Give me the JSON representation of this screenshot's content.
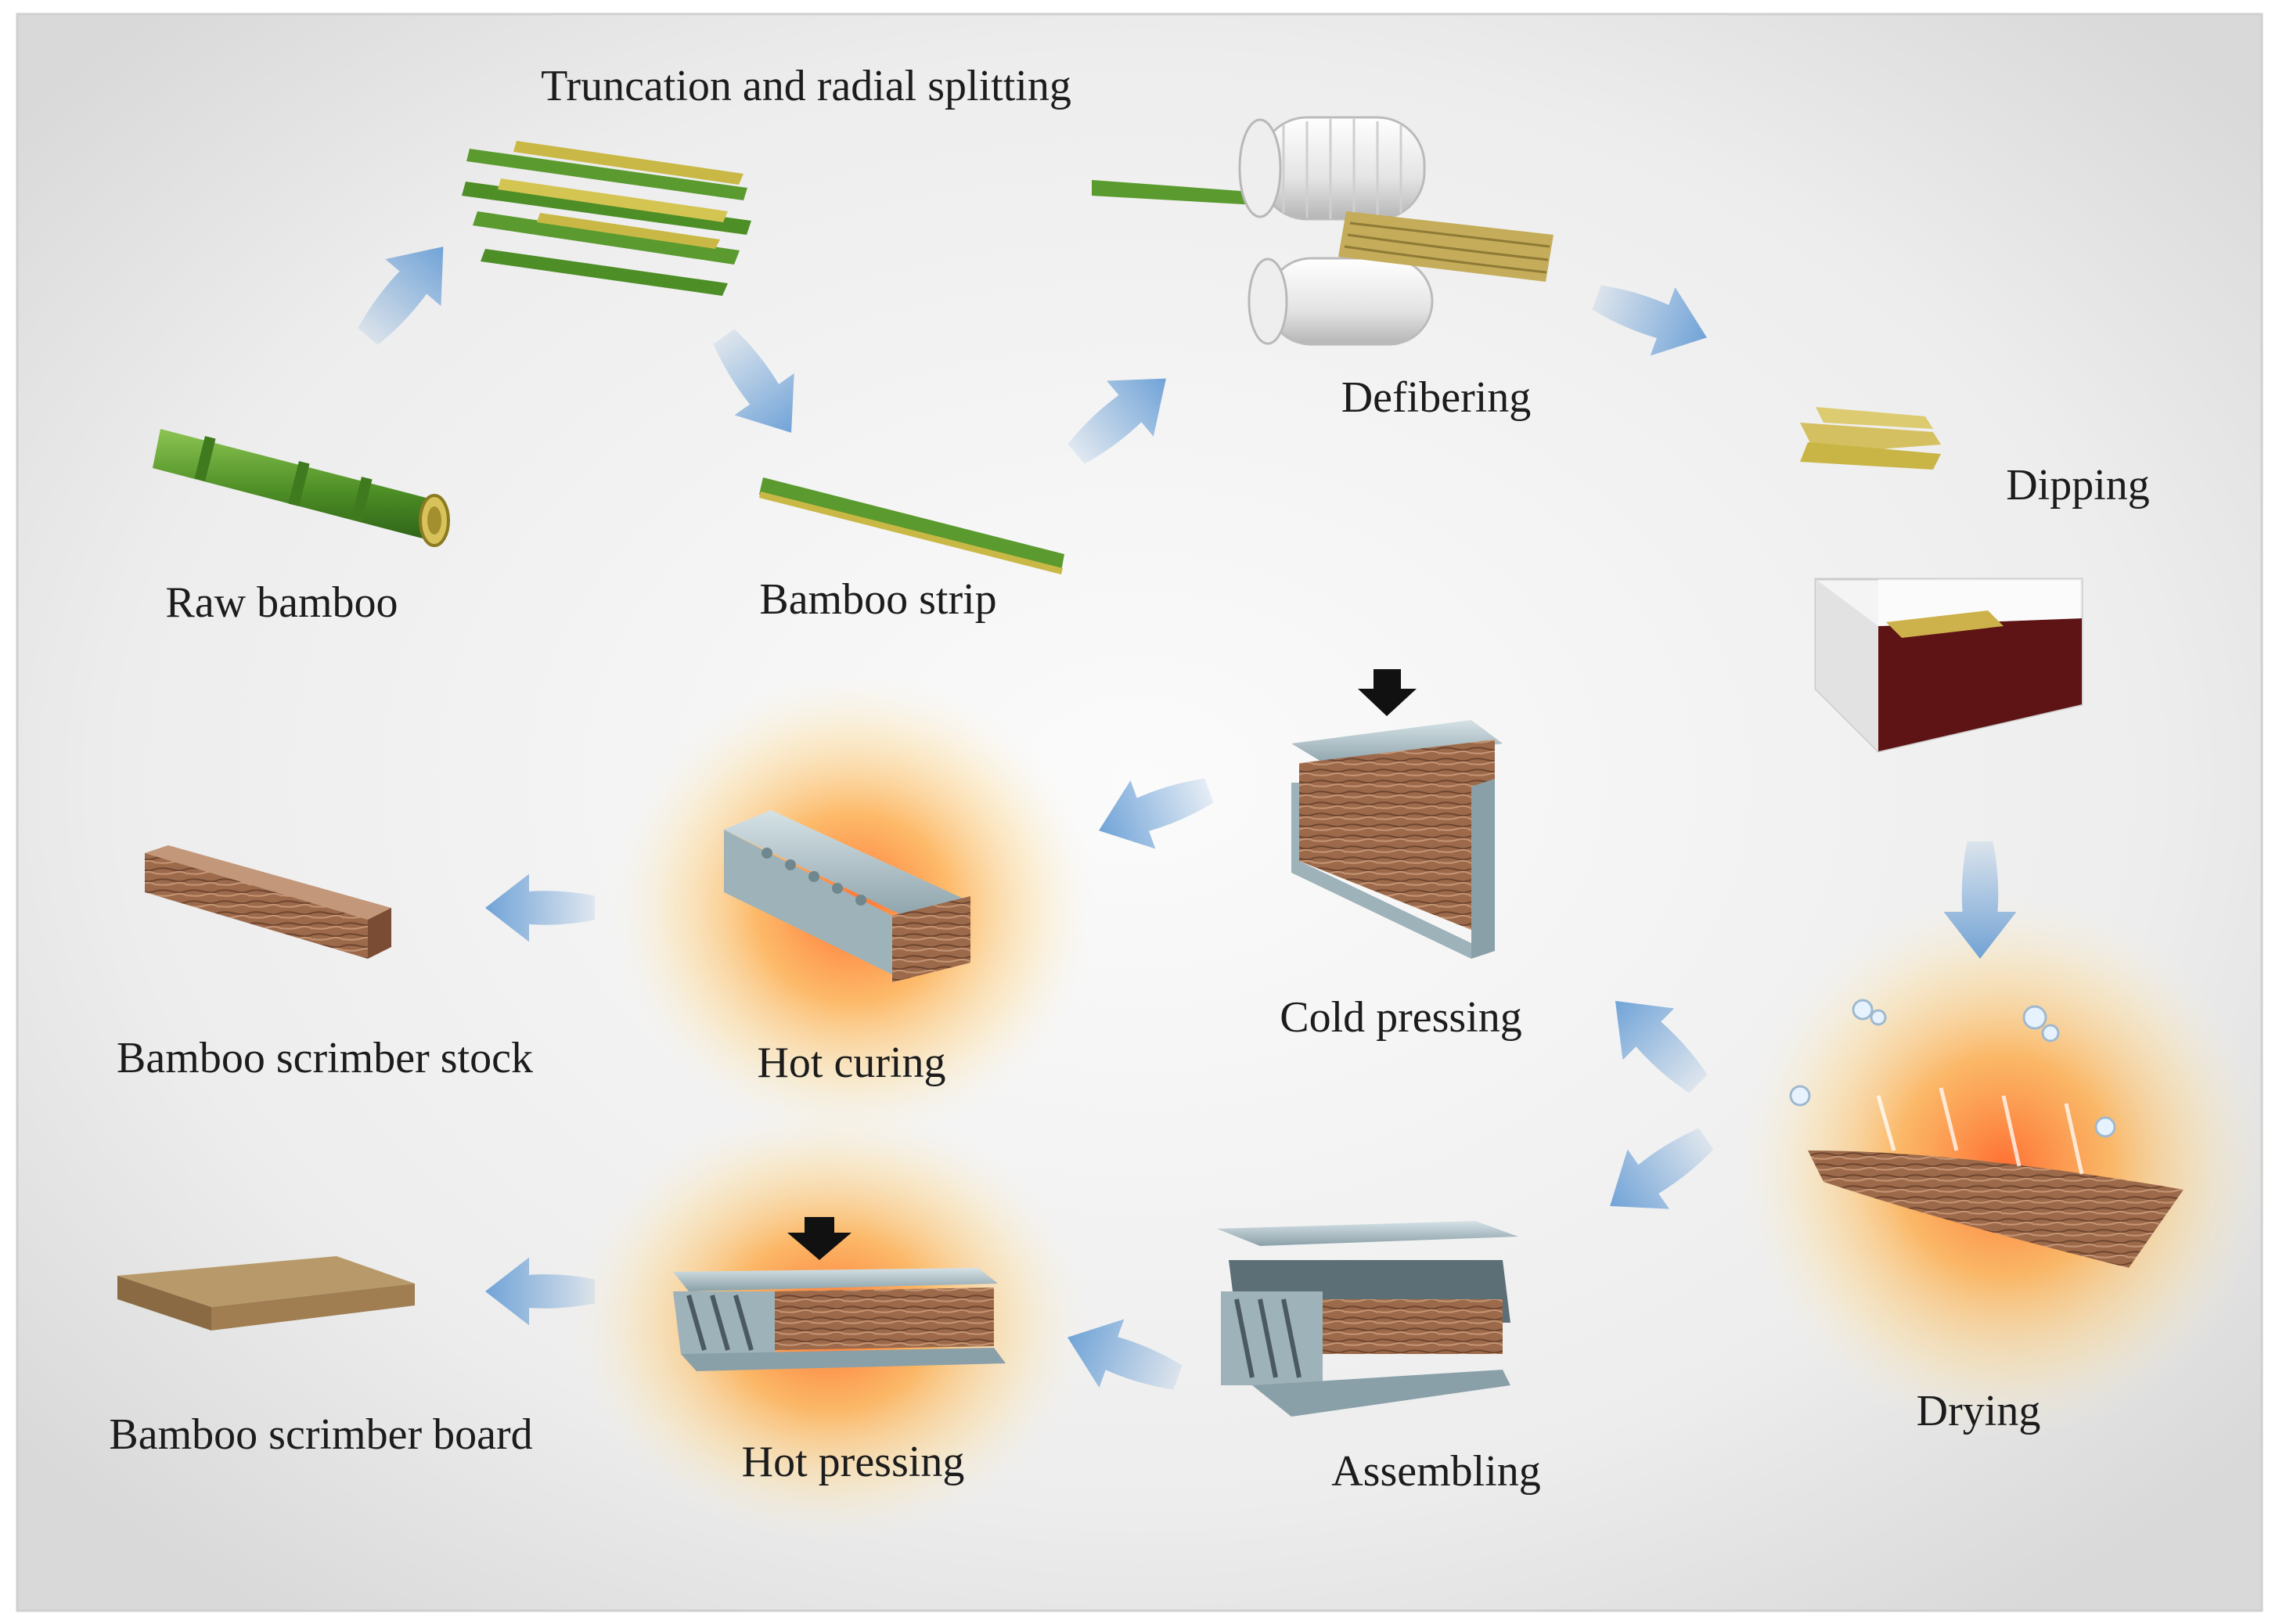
{
  "labels": {
    "raw_bamboo": "Raw bamboo",
    "truncation": "Truncation and radial splitting",
    "bamboo_strip": "Bamboo strip",
    "defibering": "Defibering",
    "dipping": "Dipping",
    "drying": "Drying",
    "cold_pressing": "Cold pressing",
    "hot_curing": "Hot curing",
    "scrimber_stock": "Bamboo scrimber stock",
    "assembling": "Assembling",
    "hot_pressing": "Hot pressing",
    "scrimber_board": "Bamboo scrimber board"
  },
  "colors": {
    "bamboo_green": "#5a9a2e",
    "bamboo_yellow": "#c9b845",
    "arrow_blue": "#6a9fd6",
    "heat_orange": "#ff8a2a",
    "wood_brown": "#9c6a4a",
    "steel_gray": "#9eb2b9",
    "resin_red": "#5e1414"
  }
}
